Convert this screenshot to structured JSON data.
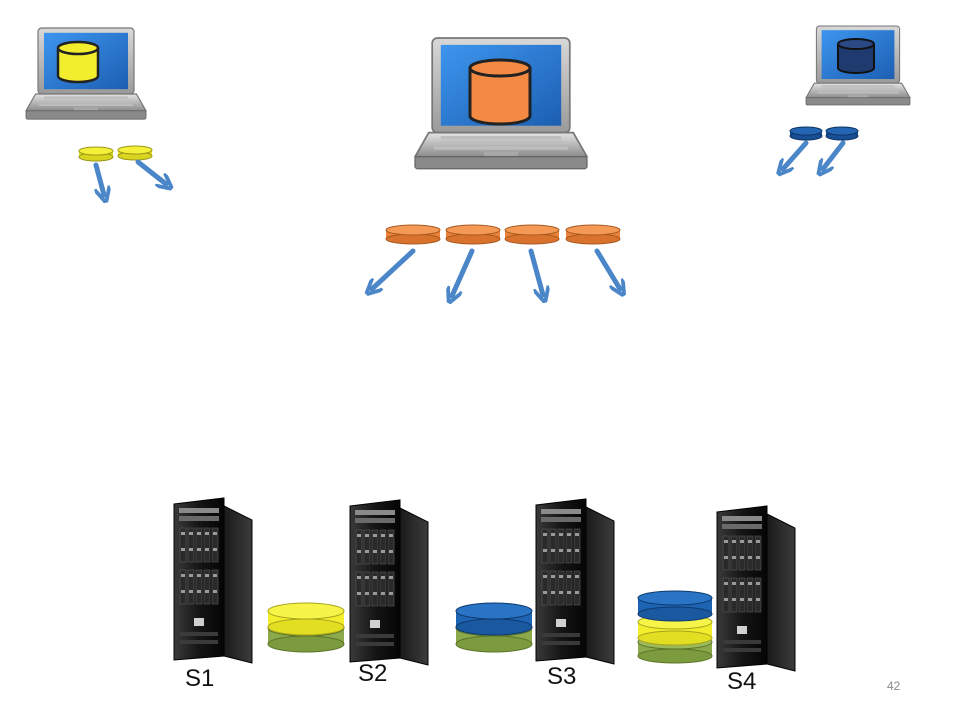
{
  "colors": {
    "yellow": "#f2ee2e",
    "orange": "#f28a44",
    "navy": "#1f3a6e",
    "blue": "#1e64b4",
    "green": "#8caa4c",
    "arrow": "#4a86c8",
    "screen": "#2a7ed8"
  },
  "laptops": [
    {
      "name": "laptop-left",
      "db_color": "yellow"
    },
    {
      "name": "laptop-center",
      "db_color": "orange"
    },
    {
      "name": "laptop-right",
      "db_color": "navy"
    }
  ],
  "servers": [
    {
      "label": "S1"
    },
    {
      "label": "S2"
    },
    {
      "label": "S3"
    },
    {
      "label": "S4"
    }
  ],
  "page_number": "42"
}
